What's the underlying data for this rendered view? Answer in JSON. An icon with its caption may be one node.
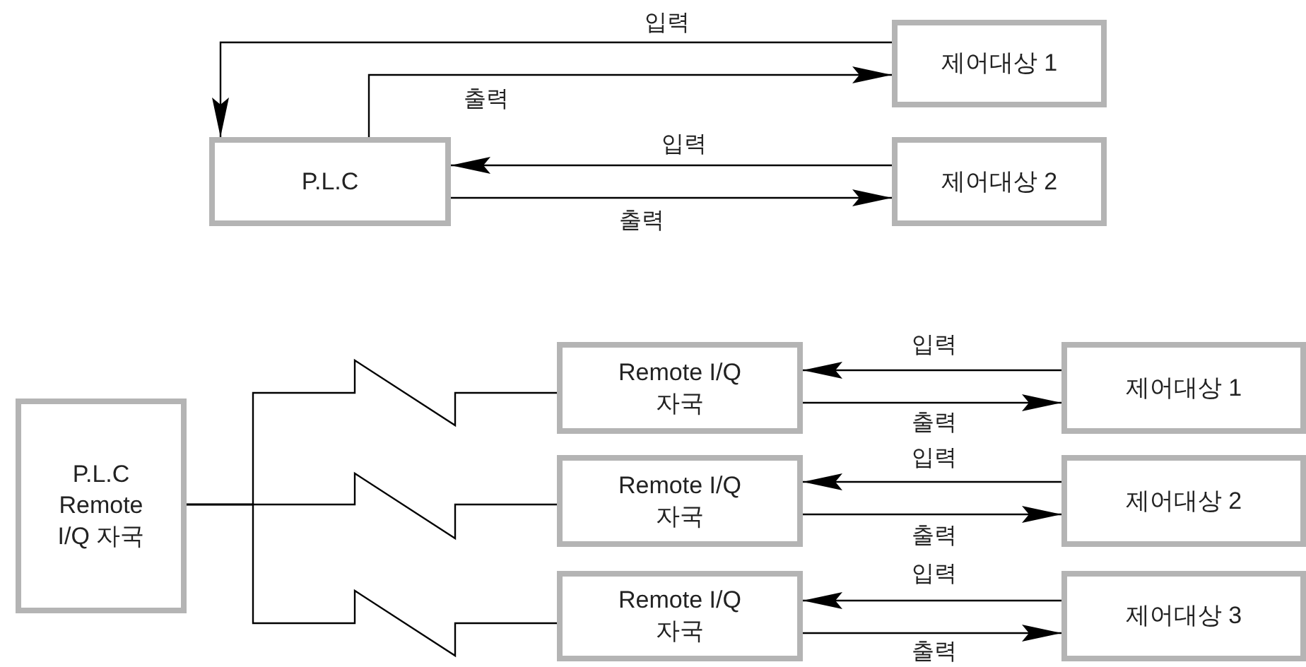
{
  "diagram": {
    "nodes": [
      {
        "text": [
          "P.L.C"
        ]
      },
      {
        "text": [
          "제어대상 1"
        ]
      },
      {
        "text": [
          "제어대상 2"
        ]
      },
      {
        "text": [
          "P.L.C Remote I/Q 자국"
        ]
      },
      {
        "text": [
          "Remote I/Q 자국"
        ]
      },
      {
        "text": [
          "Remote I/Q 자국"
        ]
      },
      {
        "text": [
          "Remote I/Q 자국"
        ]
      },
      {
        "text": [
          "제어대상 1"
        ]
      },
      {
        "text": [
          "제어대상 2"
        ]
      },
      {
        "text": [
          "제어대상 3"
        ]
      }
    ],
    "edges": [
      {
        "from": 1,
        "to": 0,
        "arrow": "to",
        "label": "입력"
      },
      {
        "from": 0,
        "to": 1,
        "arrow": "to",
        "label": "출력"
      },
      {
        "from": 2,
        "to": 0,
        "arrow": "to",
        "label": "입력"
      },
      {
        "from": 0,
        "to": 2,
        "arrow": "to",
        "label": "출력"
      },
      {
        "from": 3,
        "to": 4,
        "arrow": "none"
      },
      {
        "from": 3,
        "to": 5,
        "arrow": "none"
      },
      {
        "from": 3,
        "to": 6,
        "arrow": "none"
      },
      {
        "from": 7,
        "to": 4,
        "arrow": "to",
        "label": "입력"
      },
      {
        "from": 4,
        "to": 7,
        "arrow": "to",
        "label": "출력"
      },
      {
        "from": 8,
        "to": 5,
        "arrow": "to",
        "label": "입력"
      },
      {
        "from": 5,
        "to": 8,
        "arrow": "to",
        "label": "출력"
      },
      {
        "from": 9,
        "to": 6,
        "arrow": "to",
        "label": "입력"
      },
      {
        "from": 6,
        "to": 9,
        "arrow": "to",
        "label": "출력"
      }
    ]
  }
}
